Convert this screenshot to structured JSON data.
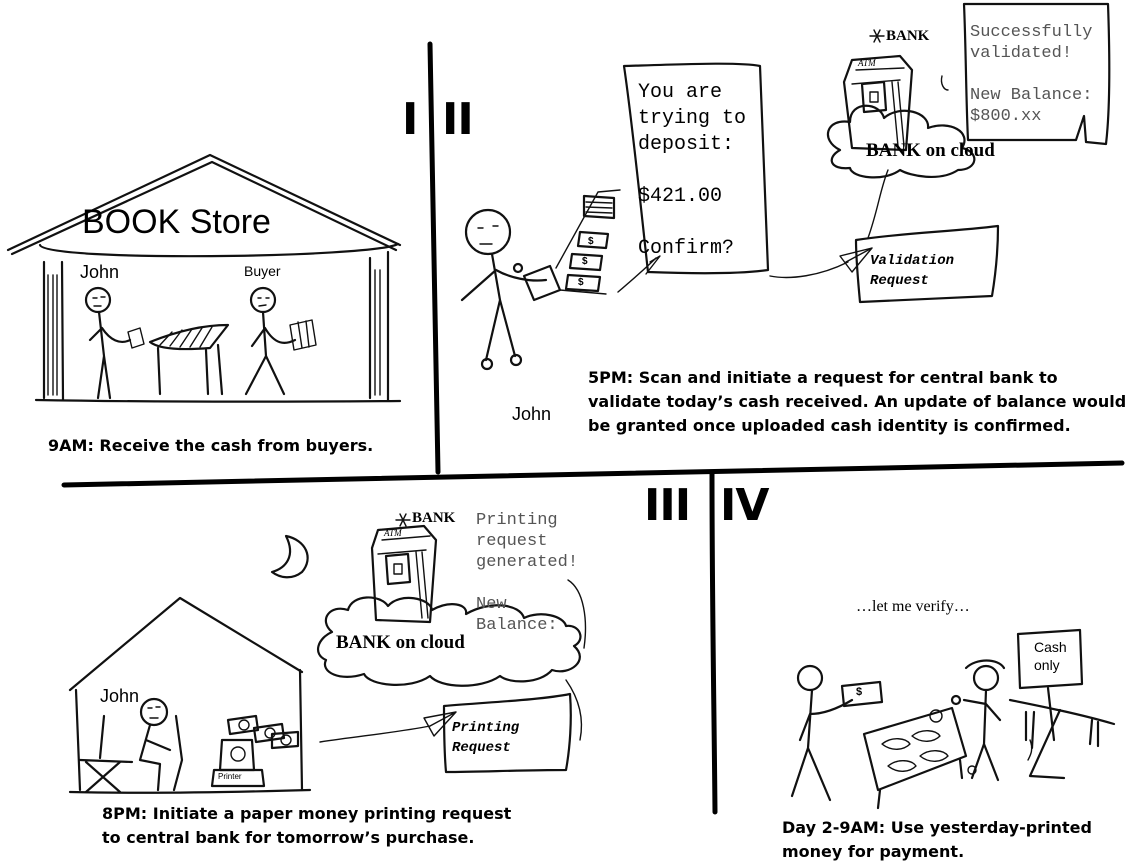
{
  "panels": {
    "p1": {
      "numeral": "I",
      "store_sign": "BOOK Store",
      "person_label": "John",
      "buyer_label": "Buyer",
      "caption": "9AM: Receive the cash from buyers."
    },
    "p2": {
      "numeral": "II",
      "dialog_text": "You are\ntrying to\ndeposit:\n\n$421.00\n\nConfirm?",
      "bank_label": "BANK",
      "atm_label": "ATM",
      "success_text": "Successfully\nvalidated!\n\nNew Balance:\n$800.xx",
      "cloud_label": "BANK on cloud",
      "request_label": "Validation\nRequest",
      "person_label": "John",
      "cash_symbol": "$",
      "caption_lines": [
        "5PM: Scan and initiate a request for central bank to",
        "validate today’s cash received. An update of balance would",
        "be granted once uploaded cash identity is confirmed."
      ]
    },
    "p3": {
      "numeral": "III",
      "bank_label": "BANK",
      "atm_label": "ATM",
      "bank_text": "Printing\nrequest\ngenerated!\n\nNew\nBalance:",
      "cloud_label": "BANK on cloud",
      "person_label": "John",
      "printer_label": "Printer",
      "request_label": "Printing\nRequest",
      "caption_lines": [
        "8PM: Initiate a paper money printing request",
        "to central bank for tomorrow’s purchase."
      ]
    },
    "p4": {
      "numeral": "IV",
      "thought": "…let me verify…",
      "sign_text": "Cash\nonly",
      "cash_symbol": "$",
      "caption_lines": [
        "Day 2-9AM: Use yesterday-printed",
        "money for payment."
      ]
    }
  }
}
